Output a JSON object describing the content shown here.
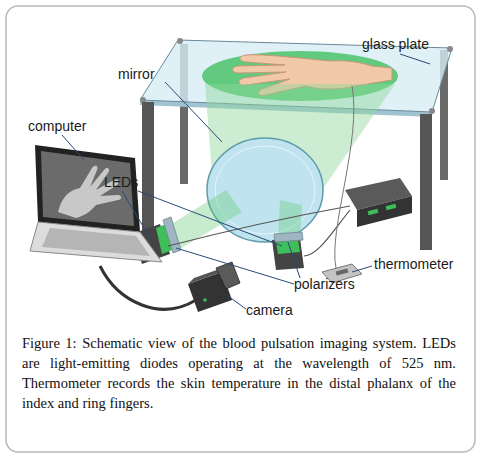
{
  "diagram": {
    "caption": "Figure 1: Schematic view of the blood pulsation imaging system. LEDs are light-emitting diodes operating at the wavelength of 525 nm. Thermometer records the skin temperature in the distal phalanx of the index and ring fingers.",
    "labels": [
      "glass plate",
      "mirror",
      "computer",
      "LEDs",
      "thermometer",
      "polarizers",
      "camera"
    ]
  }
}
